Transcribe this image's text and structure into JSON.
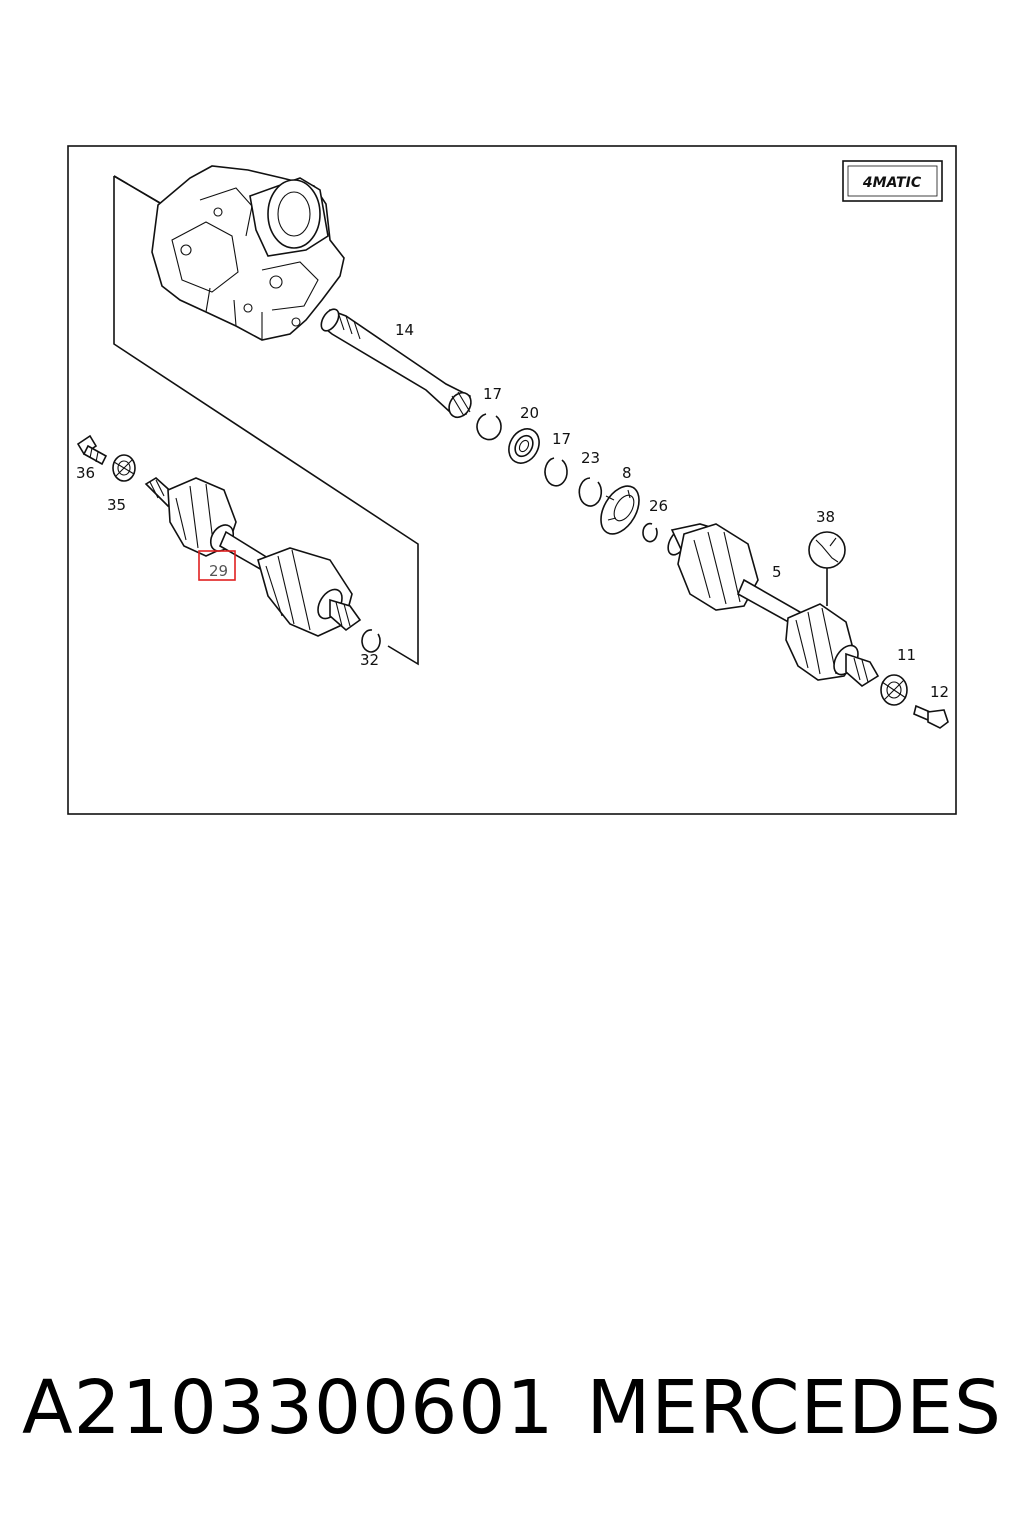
{
  "badge": {
    "text": "4MATIC"
  },
  "callouts": {
    "c14": "14",
    "c17a": "17",
    "c20": "20",
    "c17b": "17",
    "c23": "23",
    "c8": "8",
    "c26": "26",
    "c36": "36",
    "c35": "35",
    "c29": "29",
    "c32": "32",
    "c5": "5",
    "c38": "38",
    "c11": "11",
    "c12": "12"
  },
  "highlight_color": "#e02020",
  "caption": {
    "part_number": "A2103300601",
    "brand": "MERCEDES"
  }
}
